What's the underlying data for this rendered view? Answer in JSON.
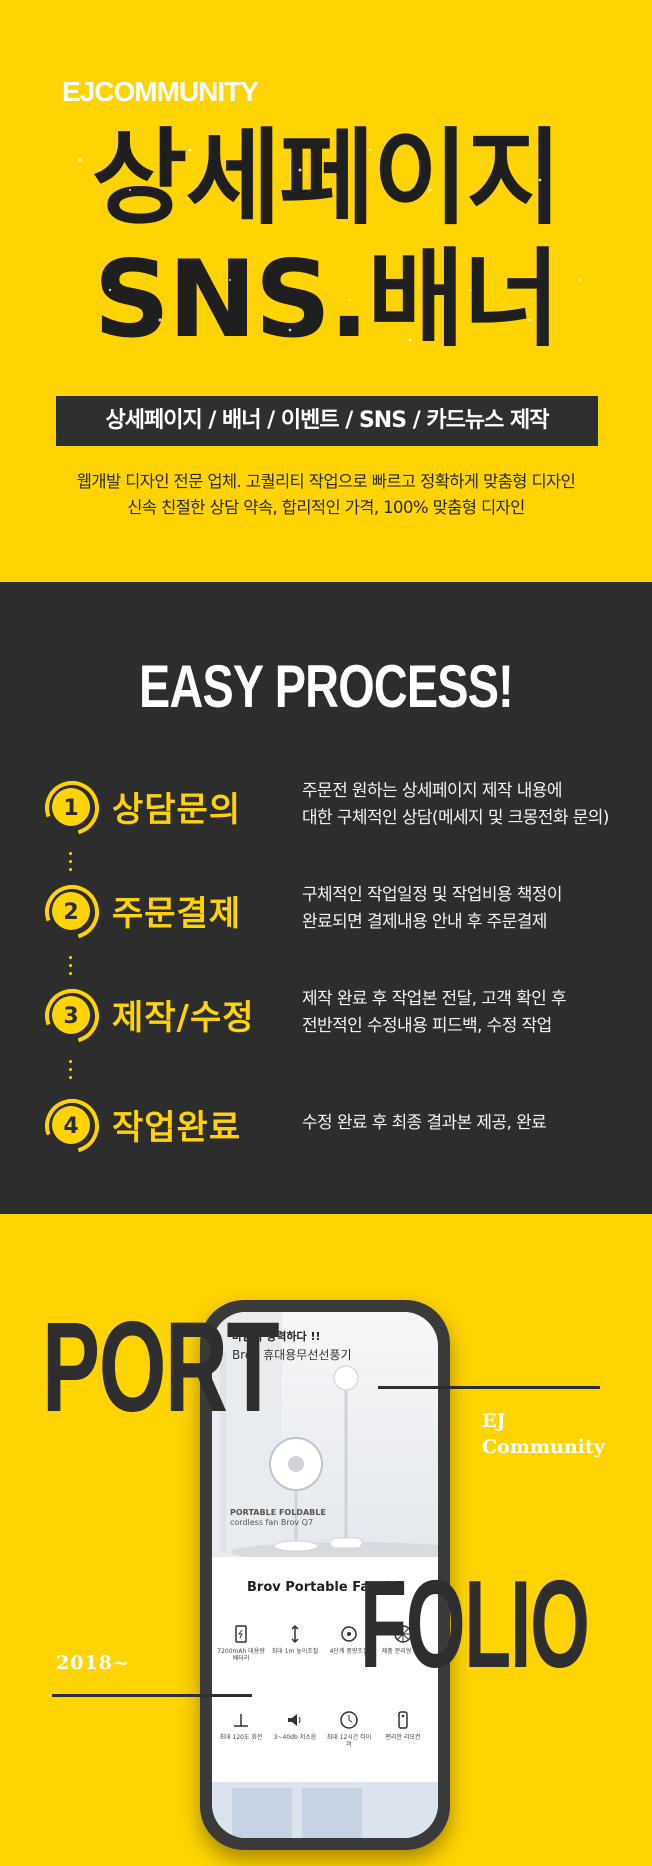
{
  "hero": {
    "brand": "EJCOMMUNITY",
    "title_line1": "상세페이지",
    "title_line2": "SNS.배너",
    "tagline": "상세페이지 / 배너 / 이벤트 / SNS / 카드뉴스  제작",
    "desc_line1": "웹개발 디자인 전문 업체. 고퀄리티 작업으로 빠르고 정확하게 맞춤형 디자인",
    "desc_line2": "신속 친절한 상담 약속, 합리적인 가격, 100% 맞춤형 디자인"
  },
  "process": {
    "title": "EASY PROCESS!",
    "steps": [
      {
        "num": "1",
        "name": "상담문의",
        "line1": "주문전 원하는 상세페이지 제작 내용에",
        "line2": "대한 구체적인 상담(메세지 및 크몽전화 문의)"
      },
      {
        "num": "2",
        "name": "주문결제",
        "line1": "구체적인 작업일정 및 작업비용 책정이",
        "line2": "완료되면 결제내용 안내 후 주문결제"
      },
      {
        "num": "3",
        "name": "제작/수정",
        "line1": "제작 완료 후 작업본 전달, 고객 확인 후",
        "line2": "전반적인 수정내용 피드백, 수정 작업"
      },
      {
        "num": "4",
        "name": "작업완료",
        "line1": "수정 완료 후 최종 결과본 제공, 완료",
        "line2": ""
      }
    ]
  },
  "portfolio": {
    "word1": "PORT",
    "word2": "FOLIO",
    "ej_line1": "EJ",
    "ej_line2": "Community",
    "year": "2018~",
    "screen": {
      "caption1": "바람이 강력하다 !!",
      "caption2": "Brov 휴대용무선선풍기",
      "product_line1": "PORTABLE FOLDABLE",
      "product_line2": "cordless fan Brov Q7",
      "product_name": "Brov Portable Fan Q7",
      "features": [
        "7200mAh 대용량 배터리",
        "최대 1m 높이조절",
        "4단계 풍량조절",
        "제품 분리형 세척",
        "최대 120도 회전",
        "3~40db 저소음",
        "최대 12시간 타이머",
        "편리한 리모컨"
      ]
    }
  }
}
